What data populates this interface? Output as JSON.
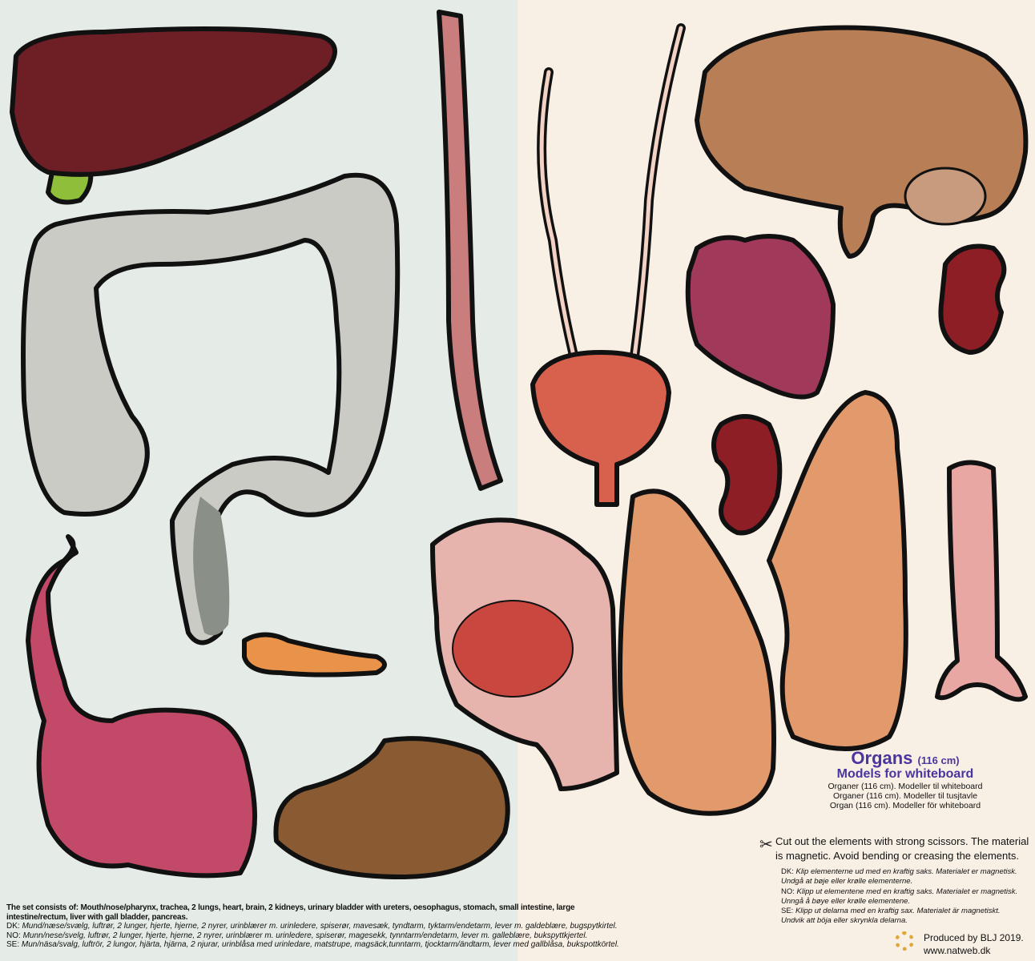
{
  "title": {
    "main": "Organs",
    "size": "(116 cm)",
    "subtitle": "Models for whiteboard",
    "translations": [
      "Organer (116 cm). Modeller til whiteboard",
      "Organer (116 cm). Modeller til tusjtavle",
      "Organ (116 cm). Modeller för whiteboard"
    ]
  },
  "instructions": {
    "icon": "scissors-icon",
    "en": "Cut out the elements with strong scissors. The material is magnetic. Avoid bending or creasing the elements.",
    "dk_label": "DK:",
    "dk": "Klip elementerne ud med en kraftig saks. Materialet er magnetisk. Undgå at bøje eller krølle elementerne.",
    "no_label": "NO:",
    "no": "Klipp ut elementene med en kraftig saks. Materialet er magnetisk. Unngå å bøye eller krølle elementene.",
    "se_label": "SE:",
    "se": "Klipp ut delarna med en kraftig sax. Materialet är magnetiskt. Undvik att böja eller skrynkla delarna."
  },
  "credits": {
    "produced": "Produced by BLJ 2019.",
    "url": "www.natweb.dk"
  },
  "set_contents": {
    "en": "The set consists of: Mouth/nose/pharynx, trachea, 2 lungs, heart, brain, 2 kidneys, urinary bladder with ureters, oesophagus, stomach, small intestine, large intestine/rectum, liver with gall bladder, pancreas.",
    "dk_label": "DK:",
    "dk": "Mund/næse/svælg, luftrør, 2 lunger, hjerte, hjerne, 2 nyrer, urinblærer m. urinledere, spiserør, mavesæk, tyndtarm, tyktarm/endetarm, lever m. galdeblære, bugspytkirtel.",
    "no_label": "NO:",
    "no": "Munn/nese/svelg, luftrør, 2 lunger, hjerte, hjerne, 2 nyrer, urinblærer m. urinledere, spiserør, magesekk, tynntarm/endetarm, lever m. galleblære, bukspyttkjertel.",
    "se_label": "SE:",
    "se": "Mun/näsa/svalg, luftrör, 2 lungor, hjärta, hjärna, 2 njurar, urinblåsa med urinledare, matstrupe, magsäck,tunntarm, tjocktarm/ändtarm, lever med gallblåsa, bukspottkörtel."
  },
  "colors": {
    "title": "#4a35a0",
    "left_bg": "#e5ece7",
    "right_bg": "#f9f0e5"
  }
}
